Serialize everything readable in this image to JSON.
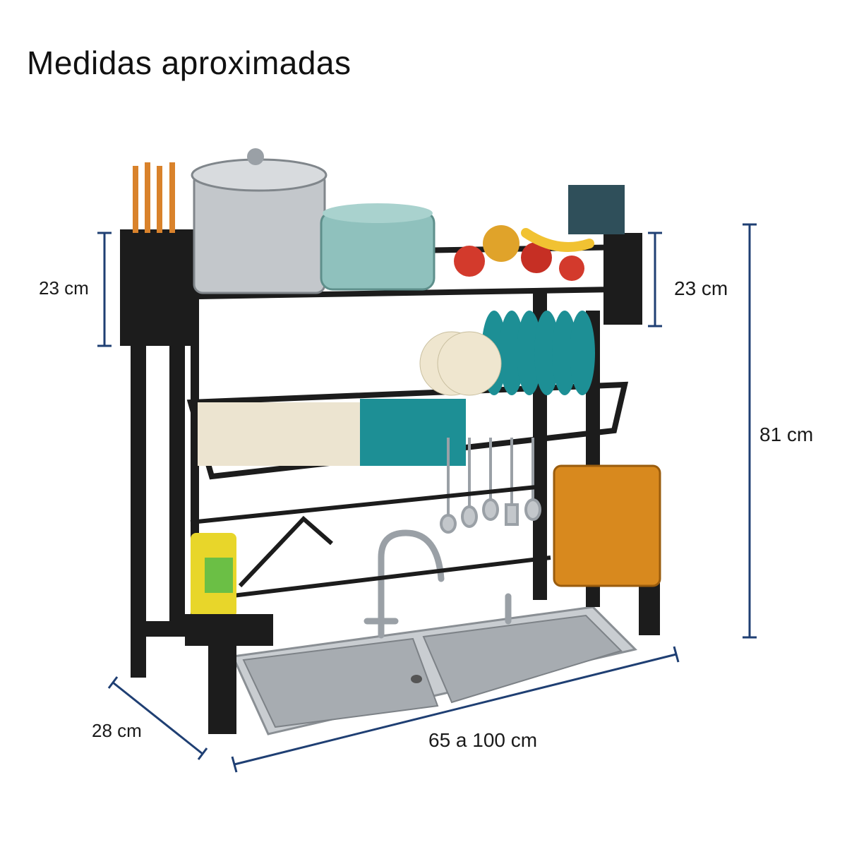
{
  "title": "Medidas aproximadas",
  "dimensions": {
    "left_height": "23 cm",
    "right_height": "23 cm",
    "total_height": "81 cm",
    "depth": "28 cm",
    "width": "65 a 100 cm"
  },
  "colors": {
    "dimension_line": "#1f3f73",
    "rack_frame": "#1c1c1c",
    "steel": "#b8bcc0",
    "teal_plate": "#1d8f95",
    "cream_plate": "#efe6cf"
  }
}
